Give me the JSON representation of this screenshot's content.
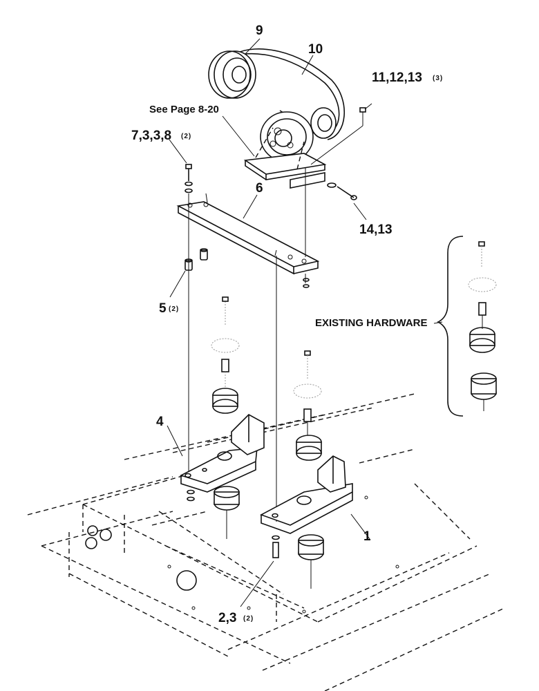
{
  "callouts": {
    "c9": "9",
    "c10": "10",
    "c11": "11,12,13",
    "c11_qty": "(3)",
    "see_page": "See Page 8-20",
    "c7": "7,3,3,8",
    "c7_qty": "(2)",
    "c6": "6",
    "c14": "14,13",
    "c5": "5",
    "c5_qty": "(2)",
    "existing_hardware": "EXISTING HARDWARE",
    "c4": "4",
    "c1": "1",
    "c2": "2,3",
    "c2_qty": "(2)"
  }
}
